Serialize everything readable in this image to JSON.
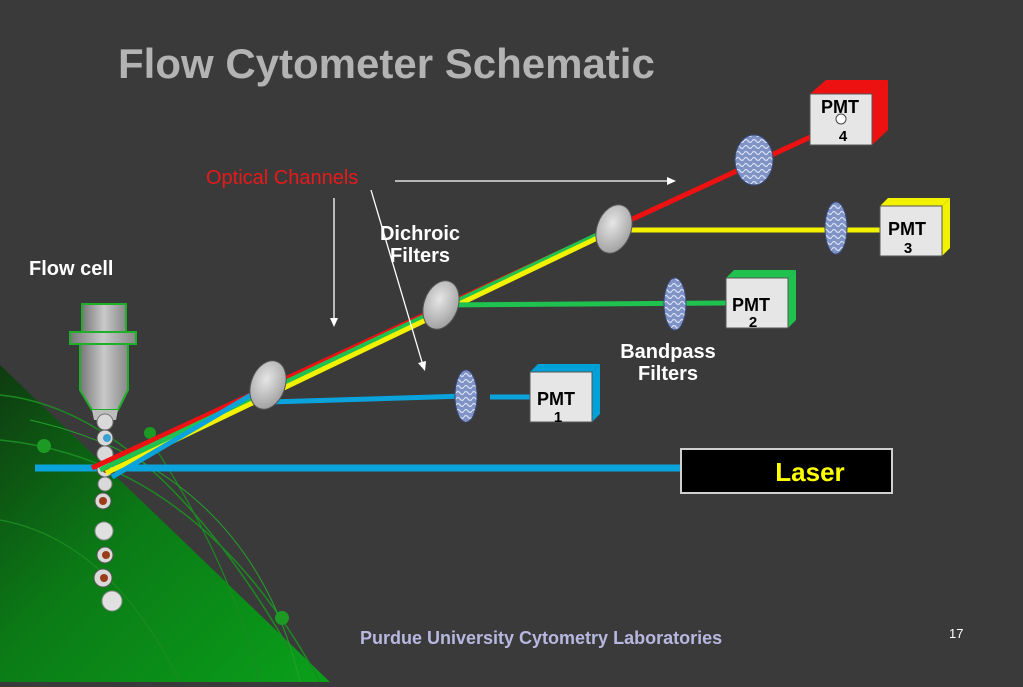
{
  "slide": {
    "title": "Flow Cytometer Schematic",
    "page_number": "17",
    "footer": "Purdue University Cytometry Laboratories"
  },
  "labels": {
    "optical_channels": "Optical Channels",
    "dichroic_line1": "Dichroic",
    "dichroic_line2": "Filters",
    "bandpass_line1": "Bandpass",
    "bandpass_line2": "Filters",
    "flow_cell": "Flow cell",
    "laser": "Laser"
  },
  "detectors": [
    {
      "label": "PMT",
      "number": "1",
      "color": "#00a0d8"
    },
    {
      "label": "PMT",
      "number": "2",
      "color": "#1fc24f"
    },
    {
      "label": "PMT",
      "number": "3",
      "color": "#f2f200"
    },
    {
      "label": "PMT",
      "number": "4",
      "color": "#ee1111"
    }
  ],
  "colors": {
    "background": "#3a3a3a",
    "title": "#b3b3b3",
    "laser_beam": "#0aa3dc",
    "red_channel": "#ee1111",
    "green_channel": "#1fc24f",
    "yellow_channel": "#f2f200",
    "optical_label": "#e8191a",
    "laser_text": "#ffff00",
    "footer": "#b7b7e0"
  }
}
